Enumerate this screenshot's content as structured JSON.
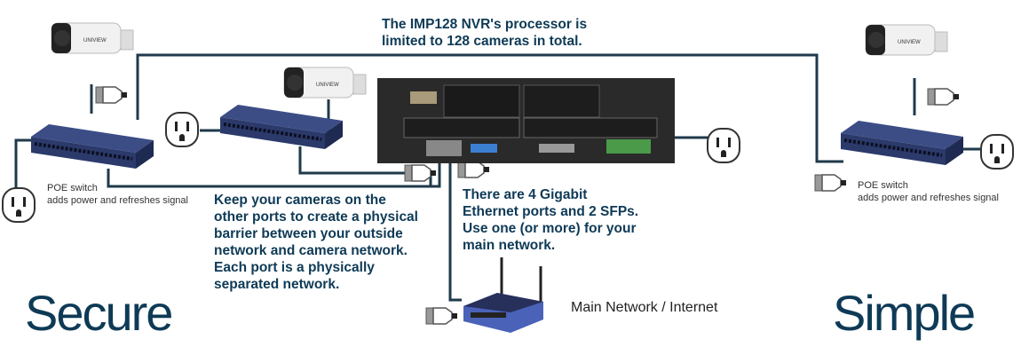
{
  "notes": {
    "top": [
      "The IMP128 NVR's processor is",
      "limited to 128 cameras in total."
    ],
    "left": [
      "Keep your cameras on the",
      "other ports to create a physical",
      "barrier between your outside",
      "network and camera network.",
      "Each port is a physically",
      "separated network."
    ],
    "middle": [
      "There are 4 Gigabit",
      "Ethernet ports and 2 SFPs.",
      "Use one (or more) for your",
      "main network."
    ]
  },
  "switch_labels": {
    "left": [
      "POE switch",
      "adds power and refreshes signal"
    ],
    "right": [
      "POE switch",
      "adds power and refreshes signal"
    ]
  },
  "router_label": "Main Network / Internet",
  "headings": {
    "left": "Secure",
    "right": "Simple"
  },
  "colors": {
    "line": "#1f3a4b",
    "text": "#0e3a56",
    "switch": "#2b3a6b",
    "router": "#4a63b8"
  }
}
